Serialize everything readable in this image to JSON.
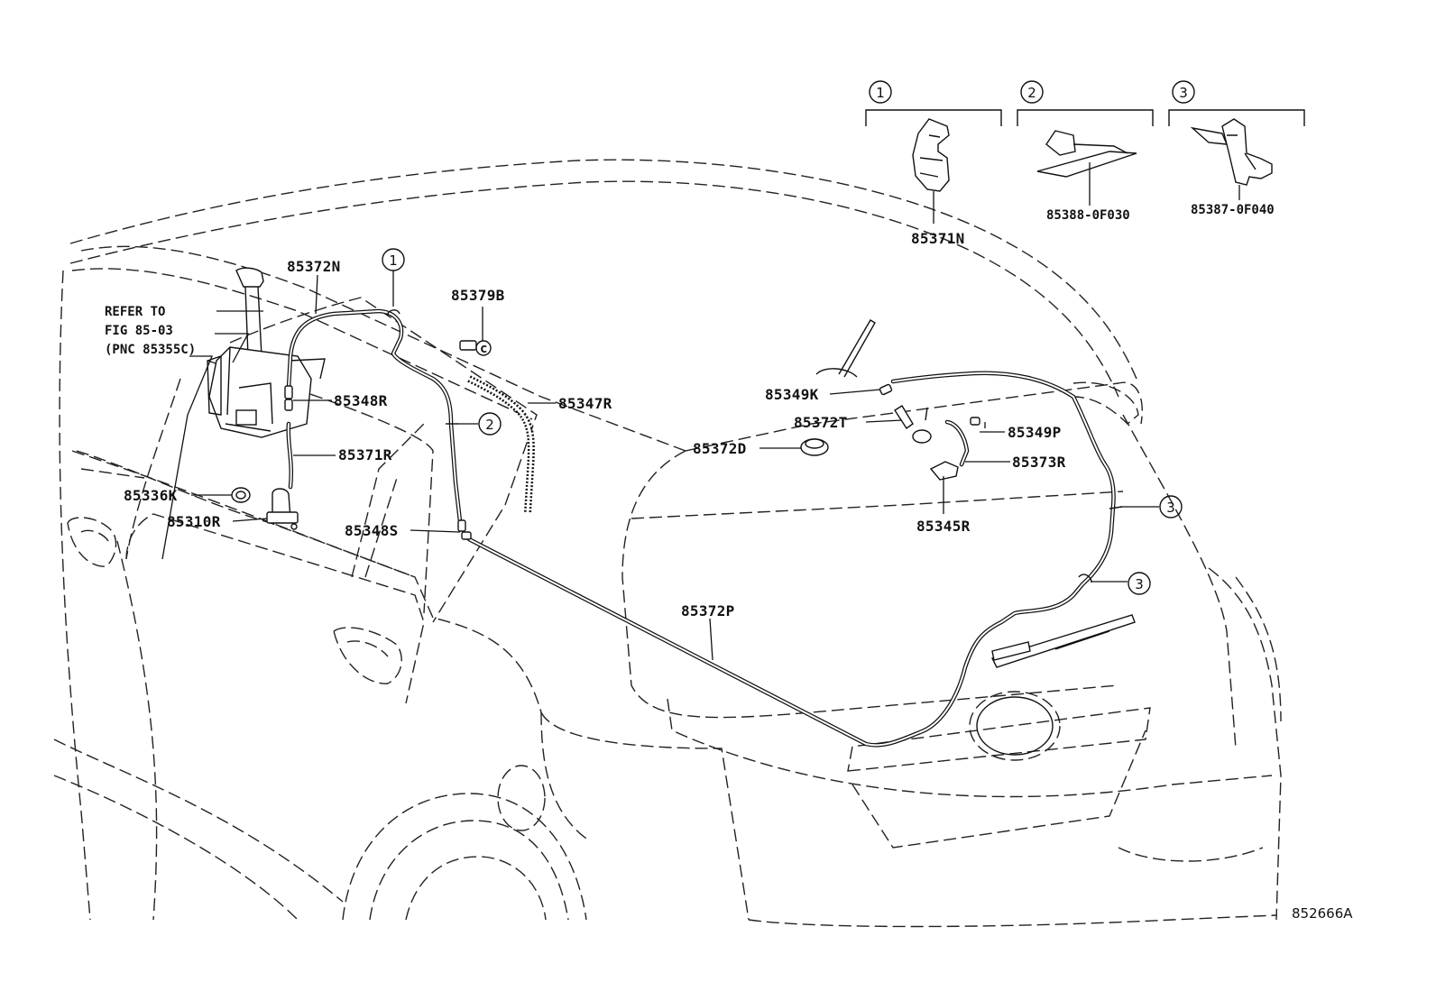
{
  "callouts": {
    "clip1_number": "1",
    "clip2_number": "2",
    "clip3_number": "3"
  },
  "legend": {
    "item1": {
      "number": "1",
      "part": "85371N"
    },
    "item2": {
      "number": "2",
      "part": "85388-0F030"
    },
    "item3": {
      "number": "3",
      "part": "85387-0F040"
    }
  },
  "parts": {
    "p85372N": "85372N",
    "p85379B": "85379B",
    "p85348R": "85348R",
    "p85347R": "85347R",
    "p85371R": "85371R",
    "p85336K": "85336K",
    "p85310R": "85310R",
    "p85348S": "85348S",
    "p85349K": "85349K",
    "p85372T": "85372T",
    "p85349P": "85349P",
    "p85372D": "85372D",
    "p85373R": "85373R",
    "p85345R": "85345R",
    "p85372P": "85372P"
  },
  "note": {
    "line1": "REFER TO",
    "line2": "FIG 85-03",
    "line3": "(PNC 85355C)"
  },
  "figure_id": "852666A"
}
